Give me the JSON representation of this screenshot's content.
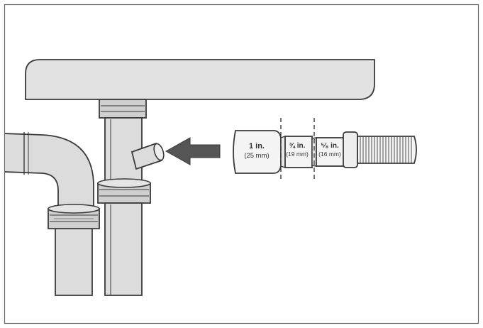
{
  "diagram": {
    "hose_labels": {
      "large": {
        "size": "1 in.",
        "metric": "(25 mm)"
      },
      "medium": {
        "size": "¾ in.",
        "metric": "(19 mm)"
      },
      "small": {
        "size": "⁵⁄₈ in.",
        "metric": "(16 mm)"
      }
    },
    "colors": {
      "outline": "#3a3a3a",
      "pipe_fill": "#dcdcdc",
      "countertop_fill": "#e2e2e2",
      "nut_fill": "#cfcfcf",
      "hose_fill": "#f4f4f4",
      "arrow_fill": "#555555",
      "frame": "#666666"
    },
    "icons": {
      "direction": "arrow-left-icon"
    }
  }
}
